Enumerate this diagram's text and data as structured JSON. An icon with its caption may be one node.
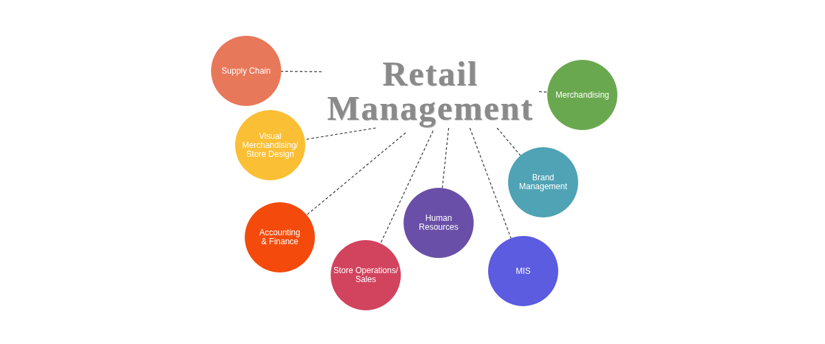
{
  "diagram": {
    "nodes": [
      {
        "text": [
          "Retail Management"
        ]
      },
      {
        "text": [
          "Supply Chain"
        ]
      },
      {
        "text": [
          "Merchandising"
        ]
      },
      {
        "text": [
          "Visual Merchandising/ Store Design"
        ]
      },
      {
        "text": [
          "Brand Management"
        ]
      },
      {
        "text": [
          "Accounting & Finance"
        ]
      },
      {
        "text": [
          "Human Resources"
        ]
      },
      {
        "text": [
          "MIS"
        ]
      },
      {
        "text": [
          "Store Operations/ Sales"
        ]
      }
    ],
    "edges": [
      {
        "from": 0,
        "to": 1,
        "arrow": "none"
      },
      {
        "from": 0,
        "to": 2,
        "arrow": "none"
      },
      {
        "from": 0,
        "to": 3,
        "arrow": "none"
      },
      {
        "from": 0,
        "to": 4,
        "arrow": "none"
      },
      {
        "from": 0,
        "to": 5,
        "arrow": "none"
      },
      {
        "from": 0,
        "to": 6,
        "arrow": "none"
      },
      {
        "from": 0,
        "to": 7,
        "arrow": "none"
      },
      {
        "from": 0,
        "to": 8,
        "arrow": "none"
      }
    ]
  }
}
